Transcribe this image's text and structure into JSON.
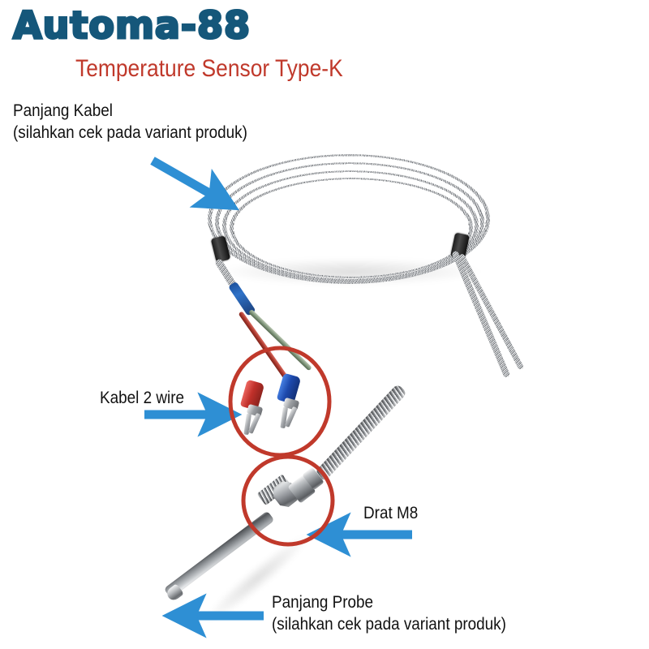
{
  "header": {
    "brand": "Automa-88",
    "subtitle": "Temperature Sensor Type-K",
    "brand_color": "#15577a",
    "subtitle_color": "#c0392b"
  },
  "annotations": {
    "arrow_color": "#2e8fd4",
    "circle_color": "#c0392b",
    "callouts": [
      {
        "id": "cable-length",
        "line1": "Panjang Kabel",
        "line2": "(silahkan cek pada variant produk)",
        "arrow_direction": "down-right"
      },
      {
        "id": "two-wire",
        "line1": "Kabel 2 wire",
        "line2": "",
        "arrow_direction": "right"
      },
      {
        "id": "thread-m8",
        "line1": "Drat M8",
        "line2": "",
        "arrow_direction": "left"
      },
      {
        "id": "probe-length",
        "line1": "Panjang Probe",
        "line2": "(silahkan cek pada variant produk)",
        "arrow_direction": "left"
      }
    ]
  },
  "product": {
    "name": "Thermocouple Type-K temperature sensor probe",
    "parts": {
      "cable": "braided-stainless-steel-cable-coil",
      "ties": "black-cable-ties",
      "sleeve": "blue-heatshrink-sleeve",
      "wire_red": "red-lead-wire",
      "wire_green": "green-lead-wire",
      "terminal_red": "red-fork-terminal",
      "terminal_blue": "blue-fork-terminal",
      "spring": "spring-strain-relief",
      "fitting": "m8-hex-nut-thread-fitting",
      "probe": "stainless-steel-probe-tube"
    }
  }
}
